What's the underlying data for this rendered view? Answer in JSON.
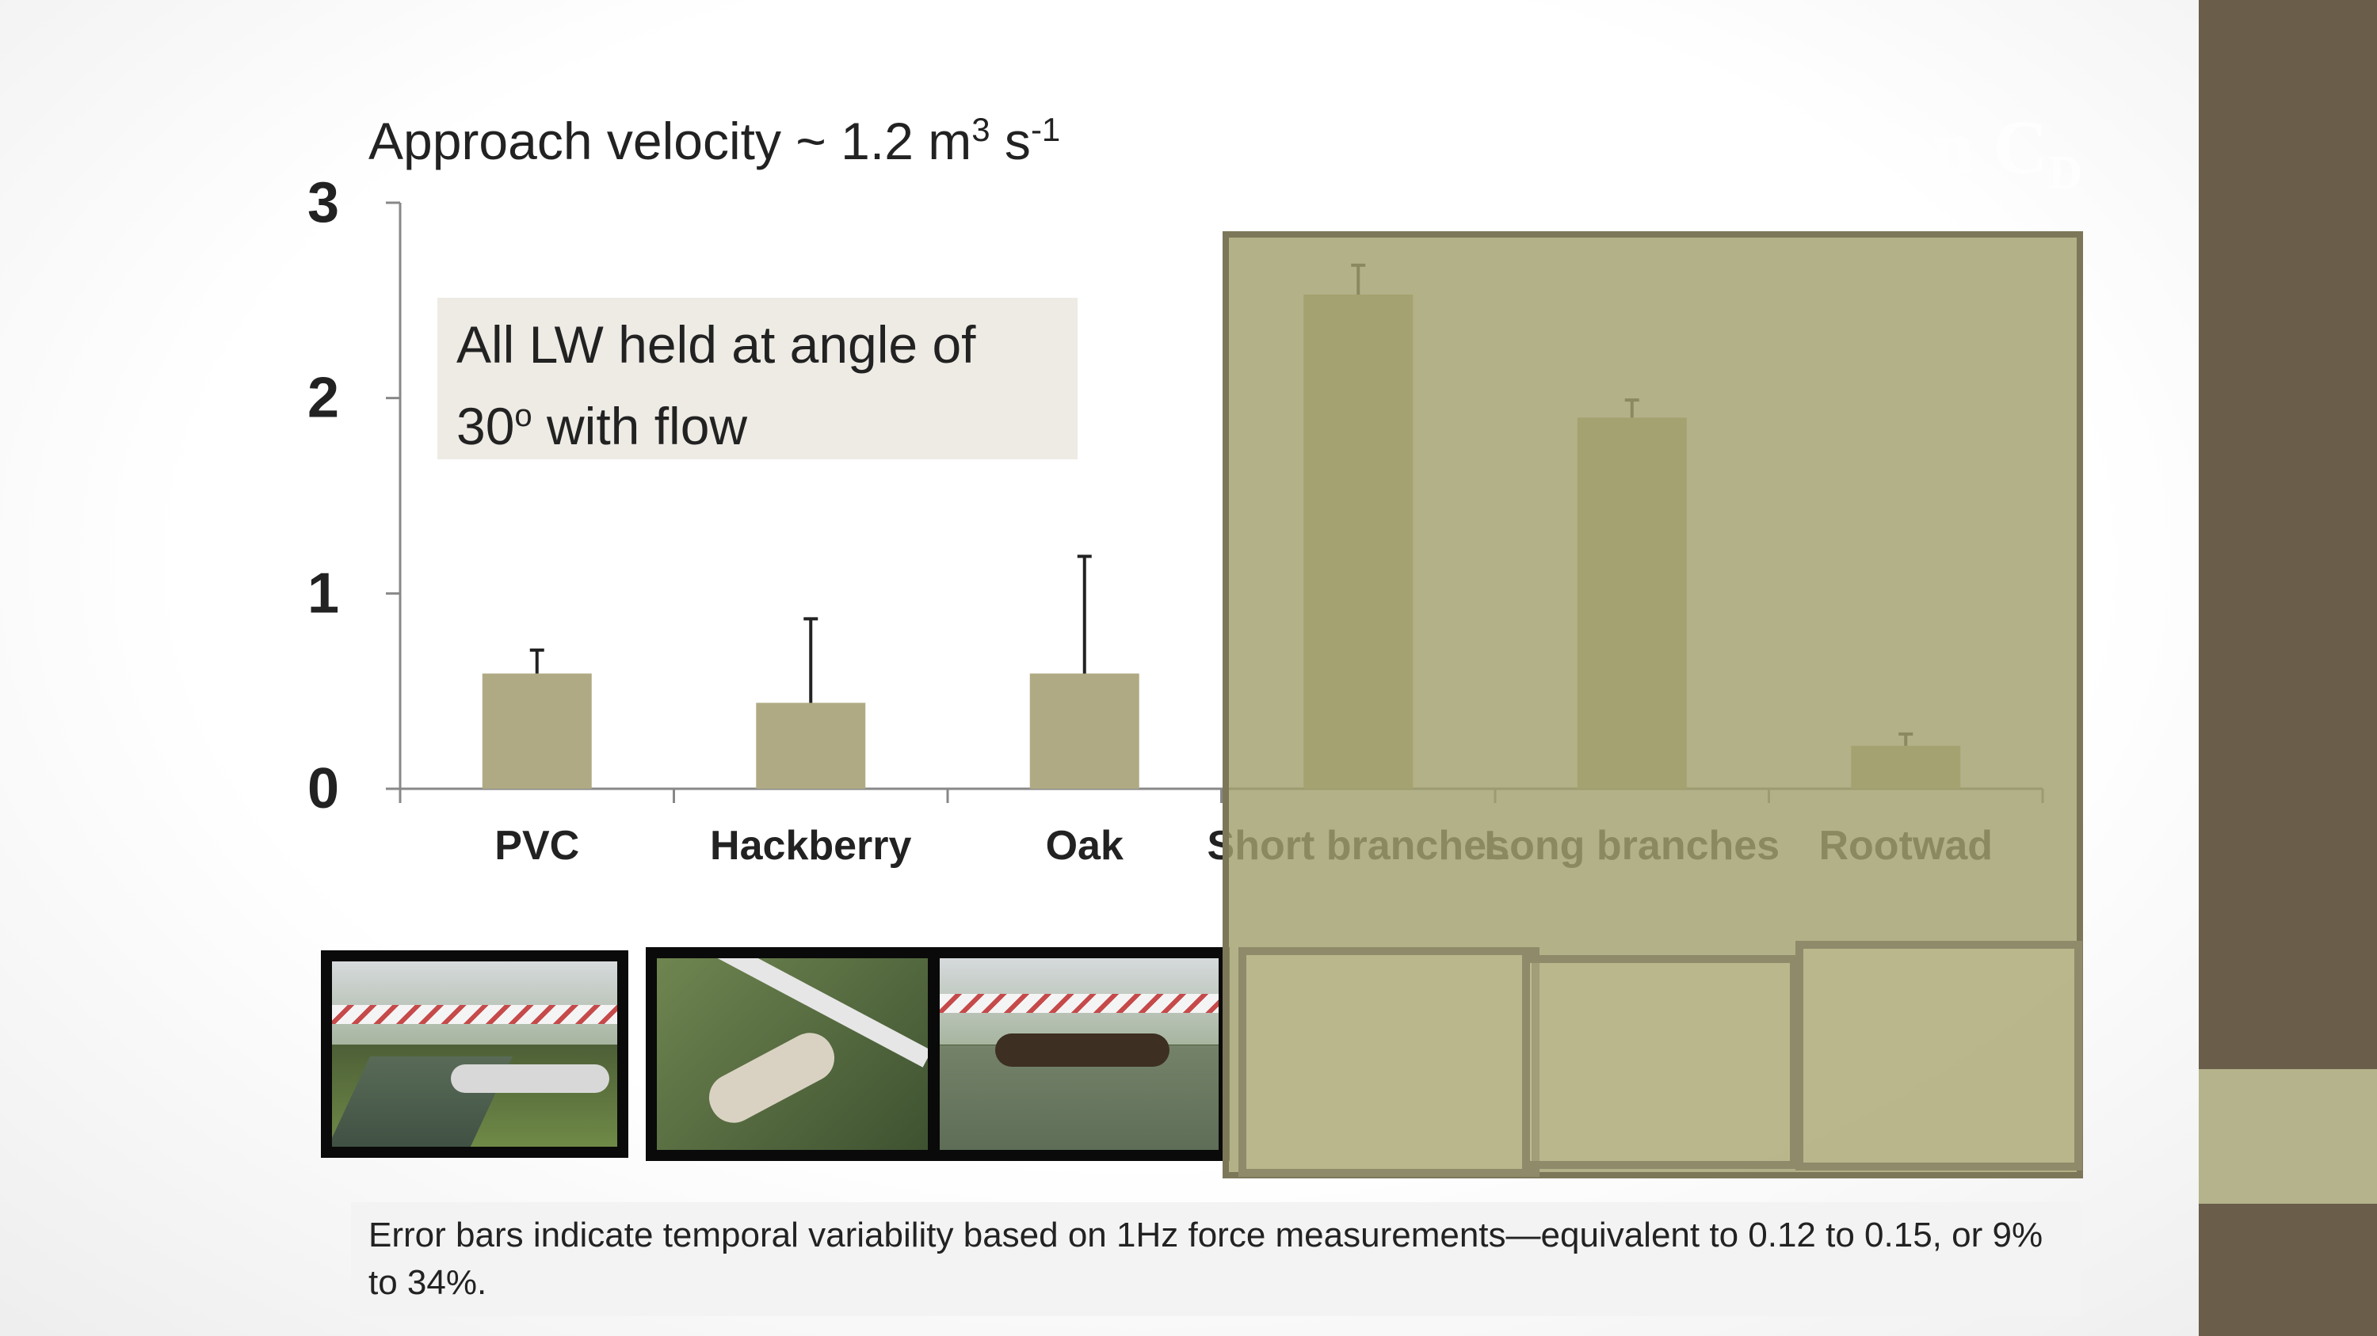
{
  "slide_title": {
    "prefix": "on C",
    "subscript": "D"
  },
  "chart_title": {
    "prefix": "Approach velocity ~ 1.2 m",
    "sup1": "3",
    "mid": " s",
    "sup2": "-1"
  },
  "annotation": {
    "line1": "All LW held at angle of",
    "line2_prefix": "30",
    "line2_sup": "o",
    "line2_suffix": " with flow"
  },
  "footnote": "Error bars indicate temporal variability based on 1Hz force measurements—equivalent to 0.12 to 0.15, or 9% to 34%.",
  "colors": {
    "bar": "#b0aa84",
    "error_bar": "#222222",
    "axis": "#888888",
    "overlay": "#a2a06c",
    "right_band": "#6a5d4a"
  },
  "chart_data": {
    "type": "bar",
    "categories": [
      "PVC",
      "Hackberry",
      "Oak",
      "Short branches",
      "Long branches",
      "Rootwad"
    ],
    "values": [
      0.59,
      0.44,
      0.59,
      2.53,
      1.9,
      0.22
    ],
    "error_plus": [
      0.12,
      0.43,
      0.6,
      0.15,
      0.09,
      0.06
    ],
    "ylim": [
      0,
      3
    ],
    "yticks": [
      0,
      1,
      2,
      3
    ],
    "ytick_labels": [
      "0",
      "1",
      "2",
      "3"
    ],
    "grid": false,
    "legend": "none",
    "highlighted": [
      "PVC",
      "Hackberry",
      "Oak"
    ]
  },
  "photos": [
    {
      "icon": "photo-pvc-flume"
    },
    {
      "icon": "photo-hackberry-log"
    },
    {
      "icon": "photo-oak-log"
    },
    {
      "icon": "photo-short-branches"
    },
    {
      "icon": "photo-long-branches"
    },
    {
      "icon": "photo-rootwad"
    }
  ]
}
